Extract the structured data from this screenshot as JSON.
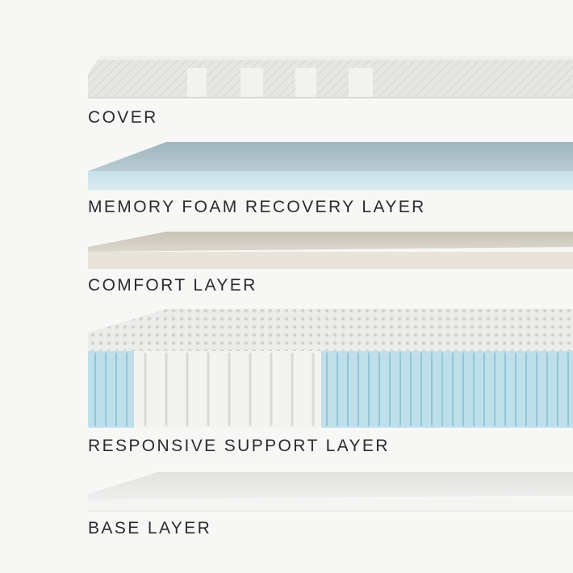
{
  "layers": [
    {
      "label": "COVER"
    },
    {
      "label": "MEMORY FOAM RECOVERY LAYER"
    },
    {
      "label": "COMFORT LAYER"
    },
    {
      "label": "RESPONSIVE SUPPORT LAYER"
    },
    {
      "label": "BASE LAYER"
    }
  ],
  "colors": {
    "background": "#f7f7f6",
    "cover": "#e9e9e7",
    "memory_foam": "#cfe3ea",
    "comfort": "#e6e3da",
    "spring_pocket": "#bfe0ea",
    "base": "#f1f1f0",
    "label_text": "#2b2b2b"
  }
}
